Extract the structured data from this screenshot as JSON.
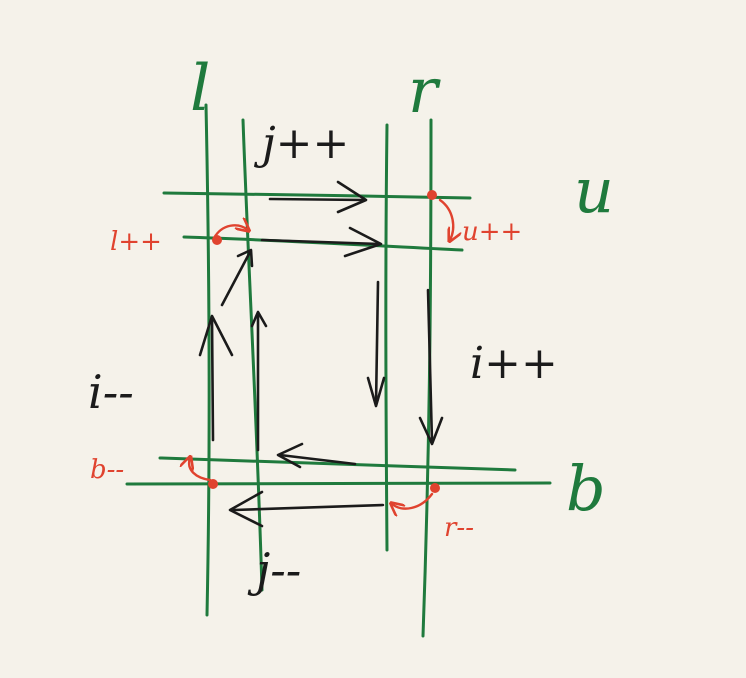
{
  "colors": {
    "paper": "#f5f2ea",
    "grid_green": "#1f7a3d",
    "pointer_red": "#e0432f",
    "ink_black": "#1b1b1b"
  },
  "labels": {
    "l": "l",
    "r": "r",
    "u": "u",
    "b": "b",
    "j_plus": "j++",
    "i_plus": "i++",
    "i_minus": "i--",
    "j_minus": "j--",
    "l_plus": "l++",
    "u_plus": "u++",
    "b_minus": "b--",
    "r_minus": "r--"
  }
}
